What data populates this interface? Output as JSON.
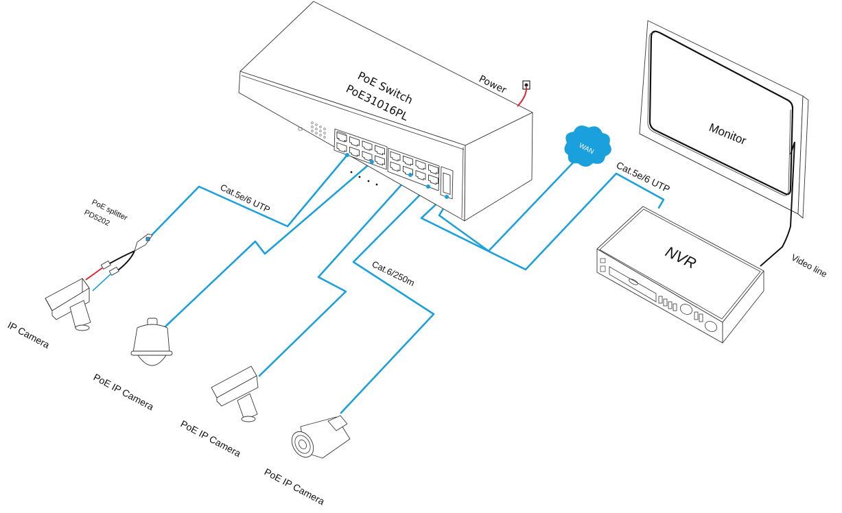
{
  "diagram": {
    "type": "network-topology",
    "colors": {
      "cable": "#1aa0dc",
      "power_cable": "#e0242b",
      "video_cable": "#111111",
      "wan_cloud": "#1aa0dc",
      "outline": "#333333"
    },
    "switch": {
      "title": "PoE Switch",
      "model": "PoE31016PL",
      "power_label": "Power",
      "ports_count": 16,
      "uplink_ports": 1
    },
    "wan": {
      "label": "WAN"
    },
    "monitor": {
      "label": "Monitor"
    },
    "nvr": {
      "label": "NVR"
    },
    "splitter": {
      "line1": "PoE splitter",
      "line2": "PD5202"
    },
    "cables": {
      "cat5_left": "Cat.5e/6 UTP",
      "cat5_right": "Cat.5e/6 UTP",
      "cat6": "Cat.6/250m",
      "video": "Video line"
    },
    "cameras": [
      {
        "label": "IP Camera",
        "kind": "box"
      },
      {
        "label": "PoE IP Camera",
        "kind": "speed-dome"
      },
      {
        "label": "PoE IP Camera",
        "kind": "box"
      },
      {
        "label": "PoE IP Camera",
        "kind": "bullet"
      }
    ]
  }
}
